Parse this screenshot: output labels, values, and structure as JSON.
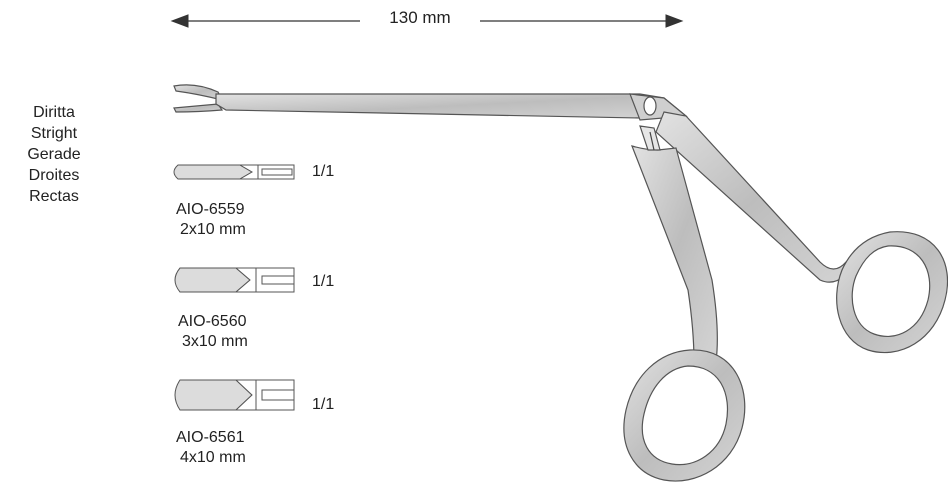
{
  "dimension": {
    "label": "130 mm"
  },
  "direction_labels": [
    "Diritta",
    "Stright",
    "Gerade",
    "Droites",
    "Rectas"
  ],
  "models": [
    {
      "code": "AIO-6559",
      "size": "2x10 mm",
      "scale": "1/1"
    },
    {
      "code": "AIO-6560",
      "size": "3x10 mm",
      "scale": "1/1"
    },
    {
      "code": "AIO-6561",
      "size": "4x10 mm",
      "scale": "1/1"
    }
  ],
  "colors": {
    "metal_fill": "#c4c4c4",
    "metal_stroke": "#555555",
    "tip_fill": "#dcdcdc"
  }
}
